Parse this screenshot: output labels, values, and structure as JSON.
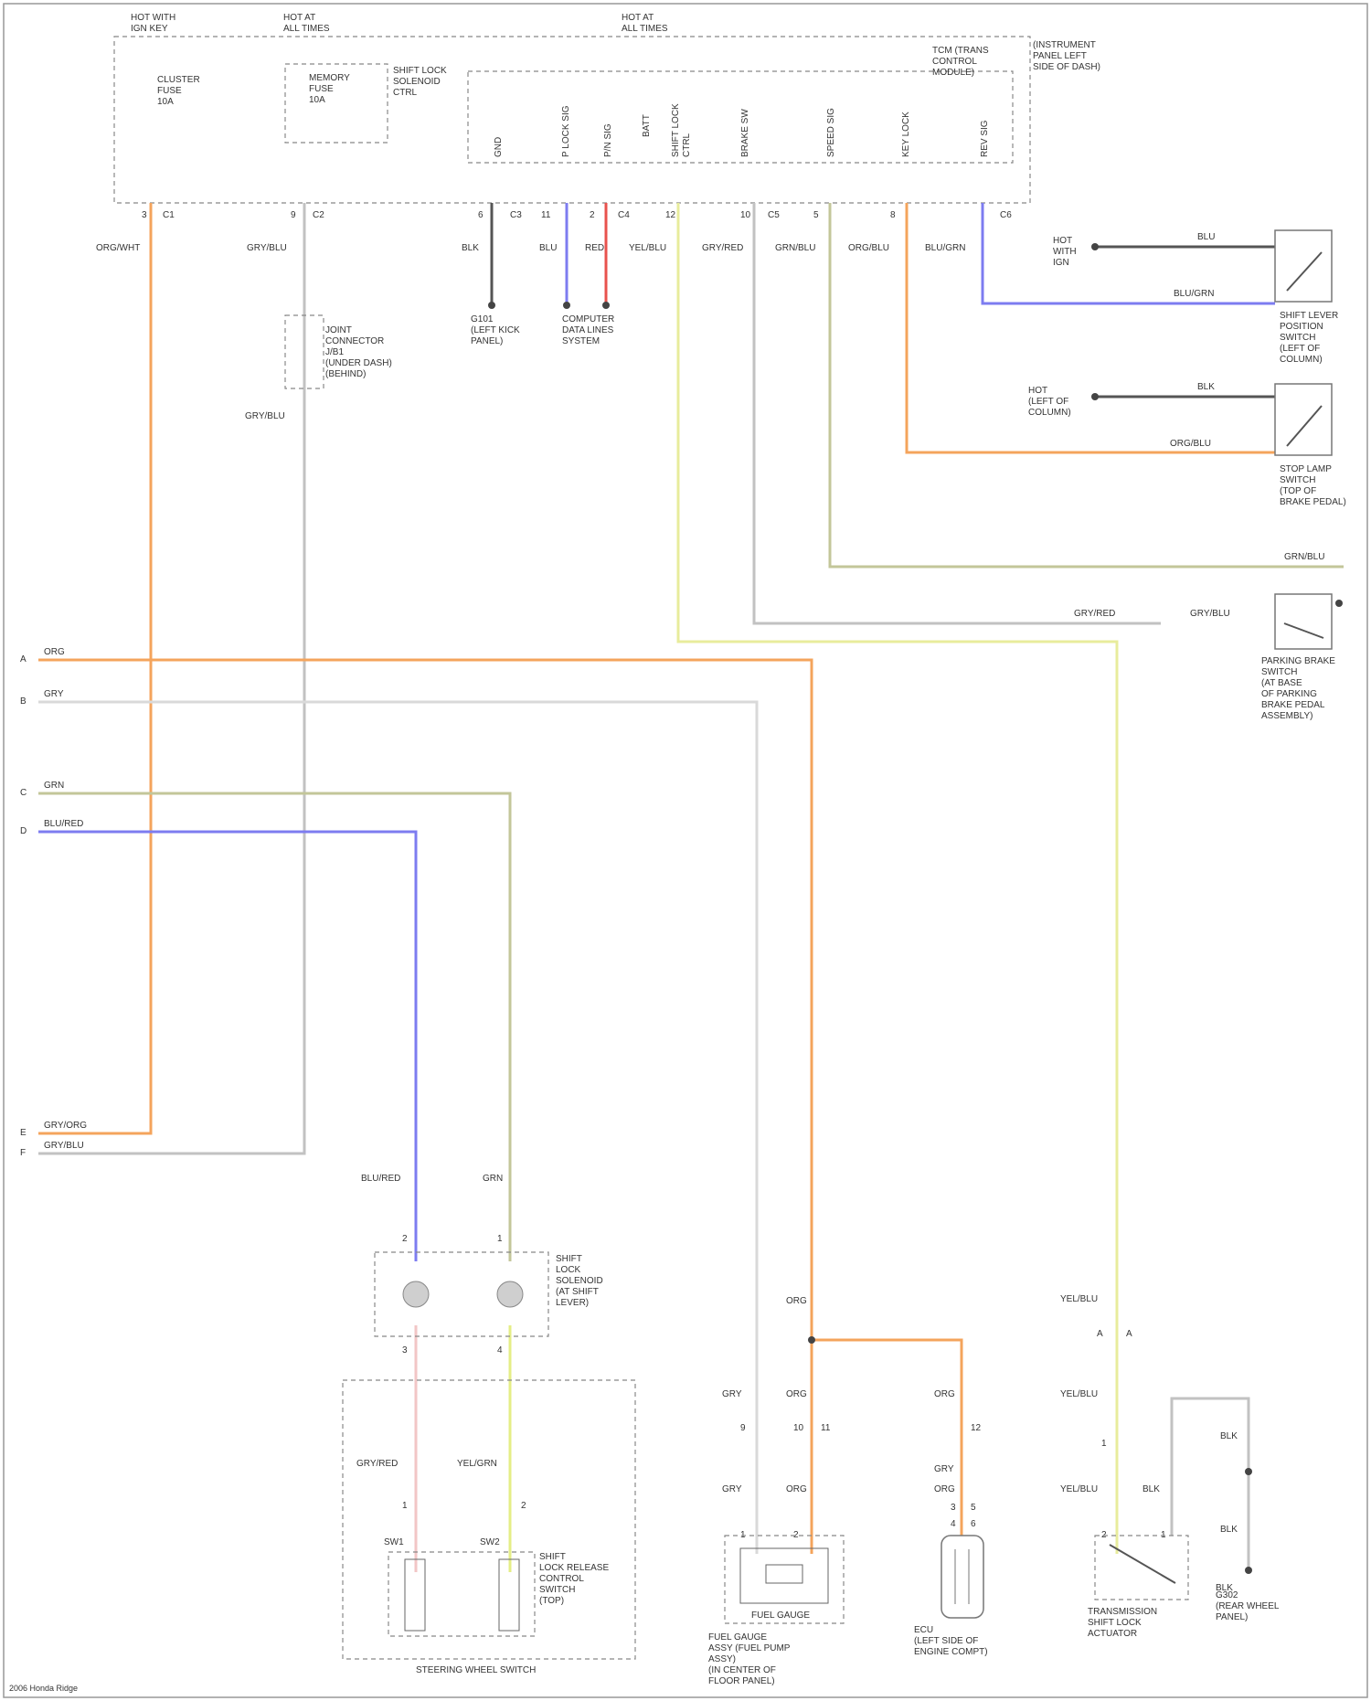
{
  "diagram": {
    "colors": {
      "orange": "#f4a45c",
      "grey": "#c2c2c2",
      "light_grey": "#d9d9d9",
      "olive": "#c3c699",
      "blue": "#7d7cf0",
      "red": "#e8524d",
      "yellow": "#e8ec9c",
      "pink": "#f2c6c6",
      "yellow_green": "#e4ee86",
      "dark_grey": "#555555",
      "frame": "#777777"
    },
    "labels": {
      "top_hot_1": "HOT WITH\nIGN KEY",
      "top_hot_2": "HOT AT\nALL TIMES",
      "top_hot_3": "HOT AT\nALL TIMES",
      "module_title": "TCM (TRANS\nCONTROL\nMODULE)",
      "module_note": "(INSTRUMENT\nPANEL LEFT\nSIDE OF DASH)",
      "fuse_1": "CLUSTER\nFUSE\n10A",
      "fuse_2": "MEMORY\nFUSE\n10A",
      "inner_box": "SHIFT LOCK\nSOLENOID\nCTRL",
      "pin_sig_1": "GND",
      "pin_sig_2": "P LOCK SIG",
      "pin_sig_3": "P/N SIG",
      "pin_sig_4": "BATT",
      "pin_sig_5": "SHIFT LOCK\nCTRL",
      "pin_sig_6": "BRAKE SW",
      "pin_sig_7": "SPEED SIG",
      "pin_sig_8": "KEY LOCK",
      "pin_sig_9": "REV SIG",
      "pin_1": "3",
      "pin_2": "9",
      "pin_3": "6",
      "pin_4": "11",
      "pin_5": "2",
      "pin_6": "12",
      "pin_7": "10",
      "pin_8": "5",
      "pin_9": "8",
      "conn_1": "C1",
      "conn_2": "C2",
      "conn_3": "C3",
      "conn_4": "C4",
      "conn_5": "C5",
      "conn_6": "C6",
      "wire_1": "ORG/WHT",
      "wire_2": "GRY/BLU",
      "wire_3": "BLK",
      "wire_4": "BLU",
      "wire_5": "RED",
      "wire_6": "YEL/BLU",
      "wire_7": "GRY/RED",
      "wire_8": "GRN/BLU",
      "wire_9": "ORG/BLU",
      "wire_10": "BLU/GRN",
      "gnd_1": "G101\n(LEFT KICK\nPANEL)",
      "gnd_2": "COMPUTER\nDATA LINES\nSYSTEM",
      "joint_conn": "JOINT\nCONNECTOR\nJ/B1\n(UNDER DASH)\n(BEHIND)",
      "wire_ret": "GRY/BLU",
      "sw_top_batt": "HOT\nWITH\nIGN",
      "sw_top_wire_a": "BLU",
      "sw_top_wire_b": "BLU/GRN",
      "sw_top_name": "SHIFT LEVER\nPOSITION\nSWITCH\n(LEFT OF\nCOLUMN)",
      "sw_mid_batt": "HOT\n(LEFT OF\nCOLUMN)",
      "sw_mid_wire_a": "BLK",
      "sw_mid_wire_b": "ORG/BLU",
      "sw_mid_name": "STOP LAMP\nSWITCH\n(TOP OF\nBRAKE PEDAL)",
      "wire_grn": "GRN/BLU",
      "brake_wire_a": "GRY/RED",
      "brake_wire_b": "GRY/BLU",
      "brake_sw_name": "PARKING BRAKE\nSWITCH\n(AT BASE\nOF PARKING\nBRAKE PEDAL\nASSEMBLY)",
      "left_1": "A",
      "left_2": "B",
      "left_3": "C",
      "left_4": "D",
      "left_5": "E",
      "left_6": "F",
      "lw_1": "ORG",
      "lw_2": "GRY",
      "lw_3": "GRN",
      "lw_4": "BLU/RED",
      "lw_5": "GRY/ORG",
      "lw_6": "GRY/BLU",
      "b_wire_1": "BLU/RED",
      "b_wire_2": "GRN",
      "sol_pin_1": "2",
      "sol_pin_2": "1",
      "sol_pin_3": "3",
      "sol_pin_4": "4",
      "sol_name": "SHIFT\nLOCK\nSOLENOID\n(AT SHIFT\nLEVER)",
      "sw_wire_1": "GRY/RED",
      "sw_wire_2": "YEL/GRN",
      "sw_pin_1": "1",
      "sw_pin_2": "2",
      "sw_pin_3": "SW1",
      "sw_pin_4": "SW2",
      "sw_inner": "SHIFT\nLOCK RELEASE\nCONTROL\nSWITCH\n(TOP)",
      "steer_name": "STEERING WHEEL SWITCH",
      "org_top": "ORG",
      "g_wire_1": "GRY",
      "g_wire_2": "ORG",
      "g_wire_3": "ORG",
      "g_pin_1": "9",
      "g_pin_2": "10",
      "g_pin_3": "11",
      "g_pin_4": "12",
      "g_wire_4": "GRY",
      "g_wire_5": "ORG",
      "g_wire_6": "GRY",
      "g_wire_7": "ORG",
      "g_pin_5": "1",
      "g_pin_6": "2",
      "g_pin_7": "3",
      "g_pin_8": "4",
      "g_pin_9": "5",
      "g_pin_10": "6",
      "gauge_name": "FUEL GAUGE\nASSY (FUEL PUMP\nASSY)\n(IN CENTER OF\nFLOOR PANEL)",
      "gauge_inner": "FUEL GAUGE",
      "ecu_name": "ECU\n(LEFT SIDE OF\nENGINE COMPT)",
      "y_top": "YEL/BLU",
      "y_pin_1": "A",
      "y_pin_2": "A",
      "y_wire_1": "YEL/BLU",
      "y_pin_3": "1",
      "y_wire_2": "YEL/BLU",
      "y_wire_3": "BLK",
      "y_pin_4": "2",
      "y_pin_5": "1",
      "act_name": "TRANSMISSION\nSHIFT LOCK\nACTUATOR",
      "act_wire_1": "BLK",
      "act_wire_2": "BLK",
      "act_wire_3": "BLK",
      "ground_2": "G302\n(REAR WHEEL\nPANEL)",
      "footer": "2006 Honda Ridge"
    }
  }
}
